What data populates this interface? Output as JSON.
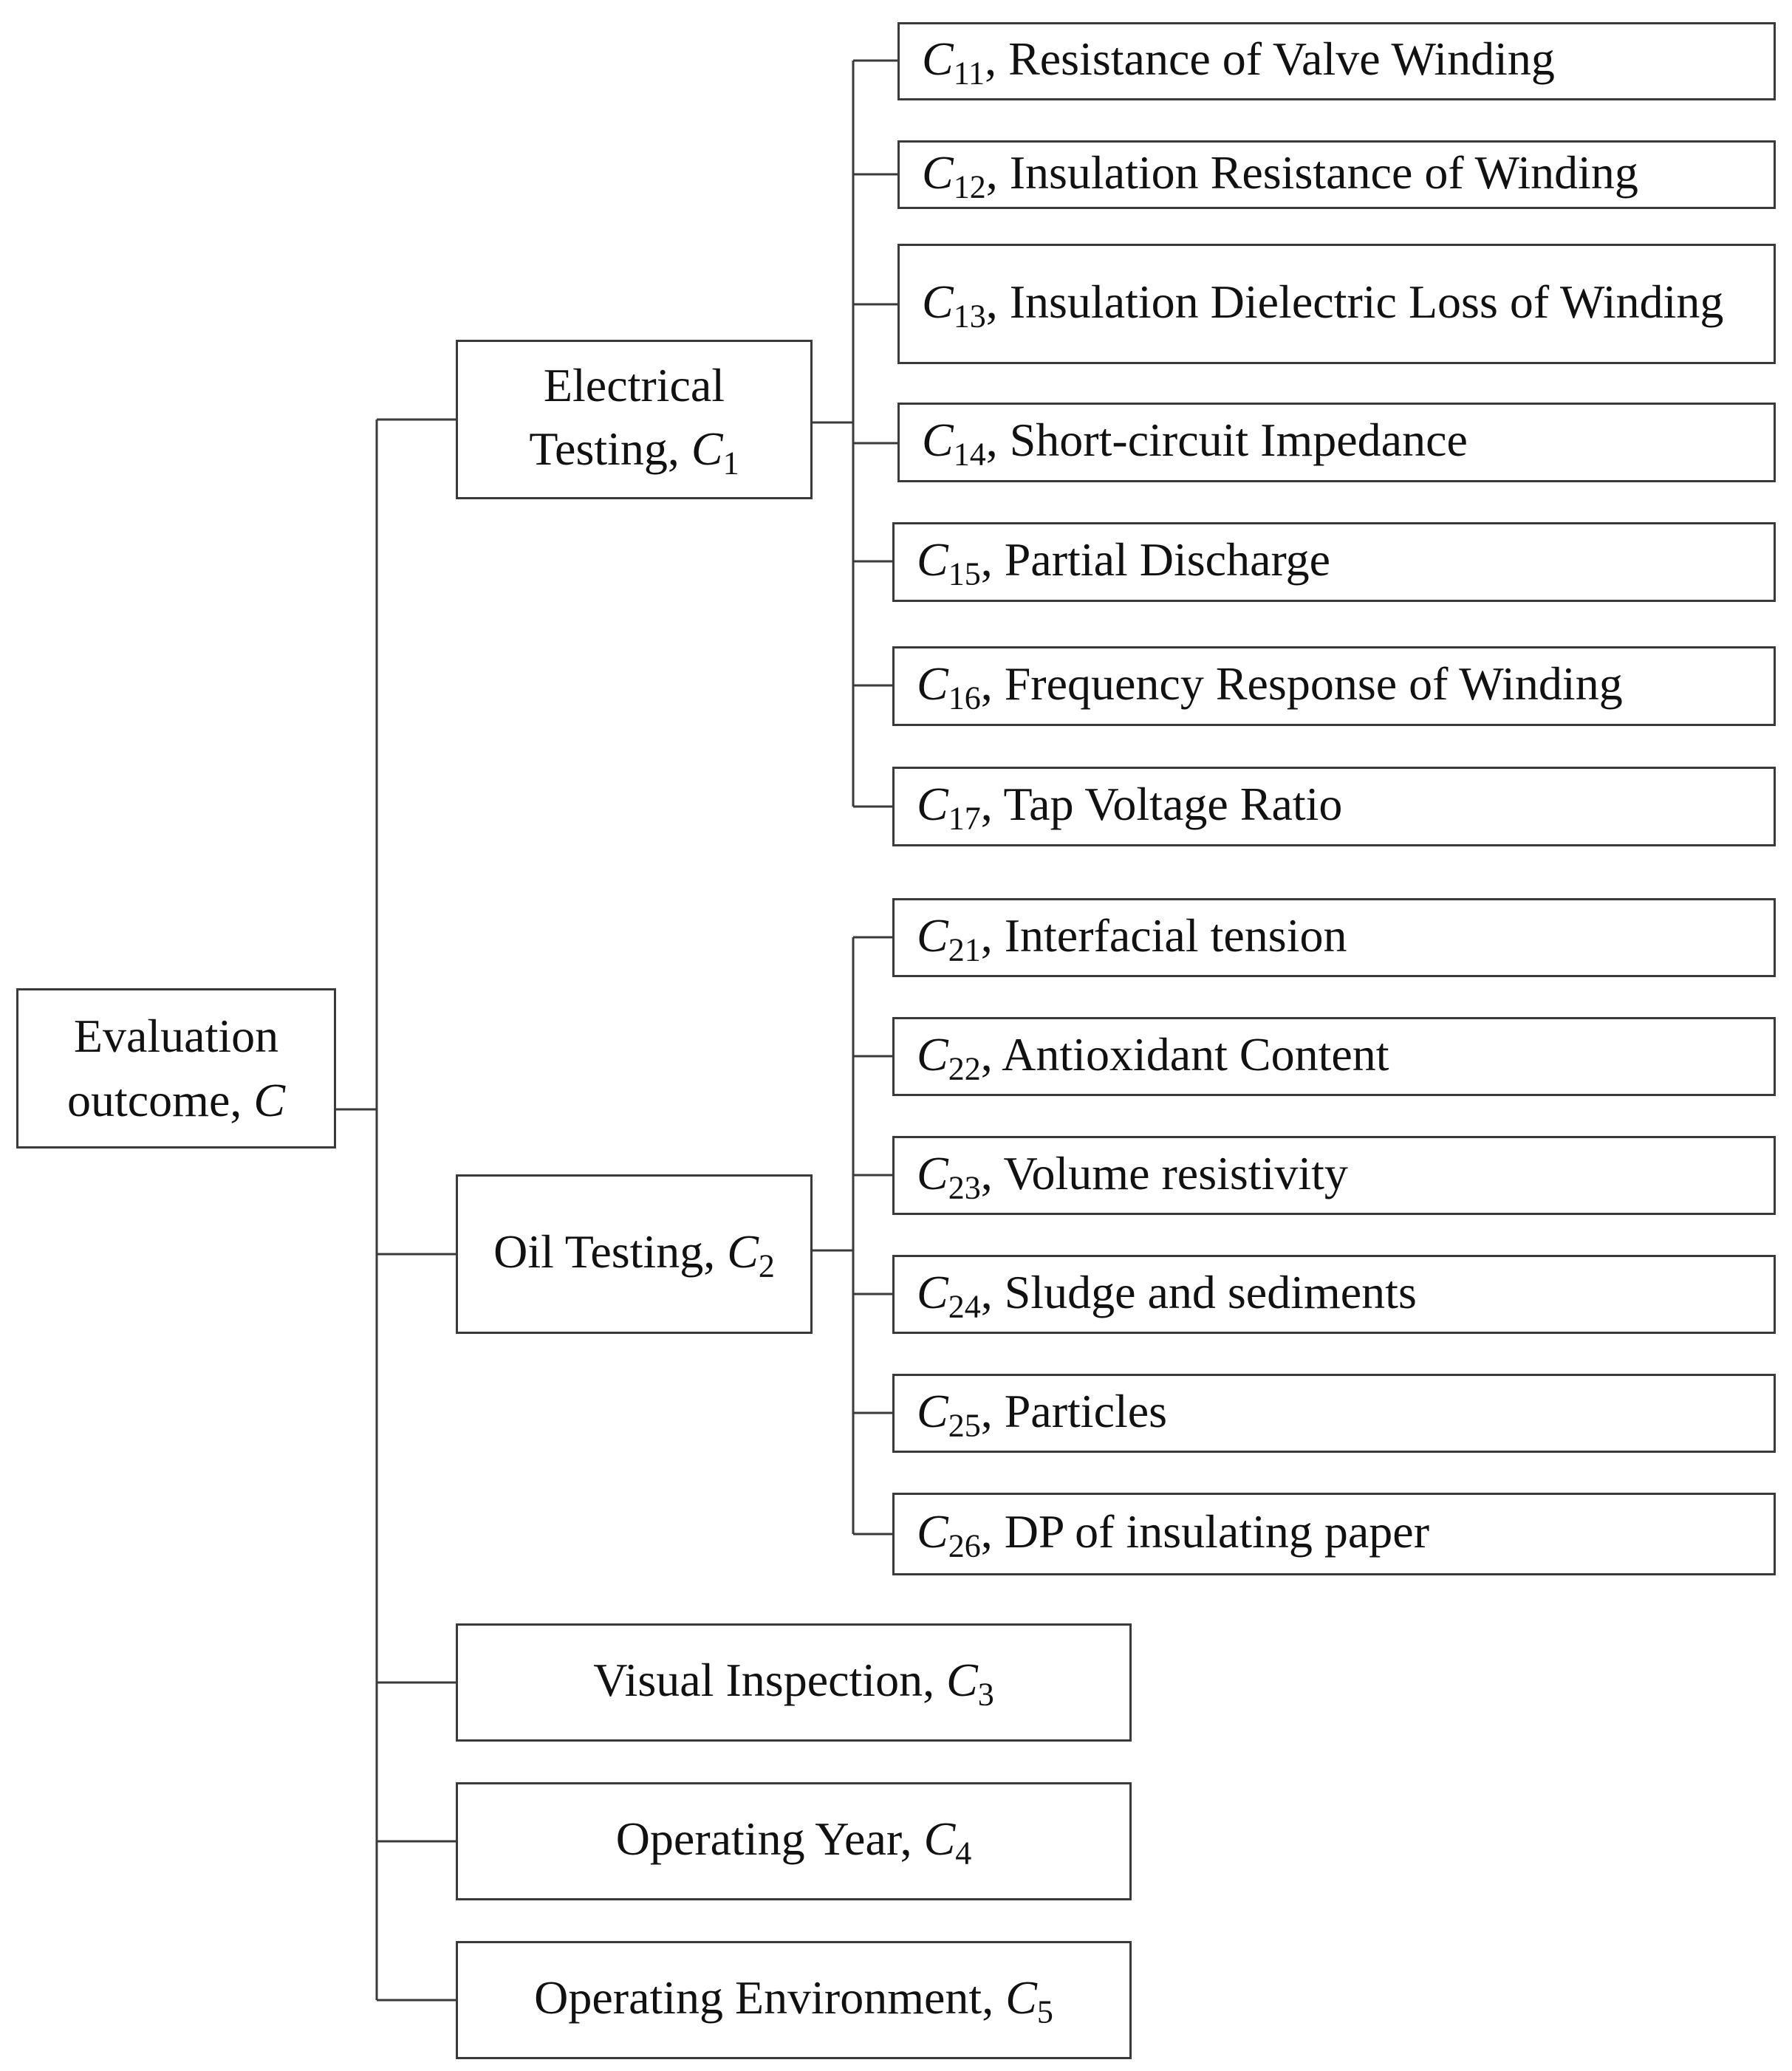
{
  "root": {
    "pre": "Evaluation outcome, ",
    "var": "C",
    "sub": ""
  },
  "groups": {
    "c1": {
      "pre": "Electrical Testing, ",
      "var": "C",
      "sub": "1"
    },
    "c2": {
      "pre": "Oil Testing, ",
      "var": "C",
      "sub": "2"
    },
    "c3": {
      "pre": "Visual Inspection, ",
      "var": "C",
      "sub": "3"
    },
    "c4": {
      "pre": "Operating Year, ",
      "var": "C",
      "sub": "4"
    },
    "c5": {
      "pre": "Operating Environment, ",
      "var": "C",
      "sub": "5"
    }
  },
  "electrical_items": [
    {
      "var": "C",
      "sub": "11",
      "label": ", Resistance of Valve Winding"
    },
    {
      "var": "C",
      "sub": "12",
      "label": ", Insulation Resistance of Winding"
    },
    {
      "var": "C",
      "sub": "13",
      "label": ", Insulation Dielectric Loss of Winding"
    },
    {
      "var": "C",
      "sub": "14",
      "label": ", Short-circuit Impedance"
    },
    {
      "var": "C",
      "sub": "15",
      "label": ", Partial Discharge"
    },
    {
      "var": "C",
      "sub": "16",
      "label": ", Frequency Response of Winding"
    },
    {
      "var": "C",
      "sub": "17",
      "label": ", Tap Voltage Ratio"
    }
  ],
  "oil_items": [
    {
      "var": "C",
      "sub": "21",
      "label": ", Interfacial tension"
    },
    {
      "var": "C",
      "sub": "22",
      "label": ", Antioxidant Content"
    },
    {
      "var": "C",
      "sub": "23",
      "label": ", Volume resistivity"
    },
    {
      "var": "C",
      "sub": "24",
      "label": ", Sludge and sediments"
    },
    {
      "var": "C",
      "sub": "25",
      "label": ", Particles"
    },
    {
      "var": "C",
      "sub": "26",
      "label": ", DP of insulating paper"
    }
  ]
}
